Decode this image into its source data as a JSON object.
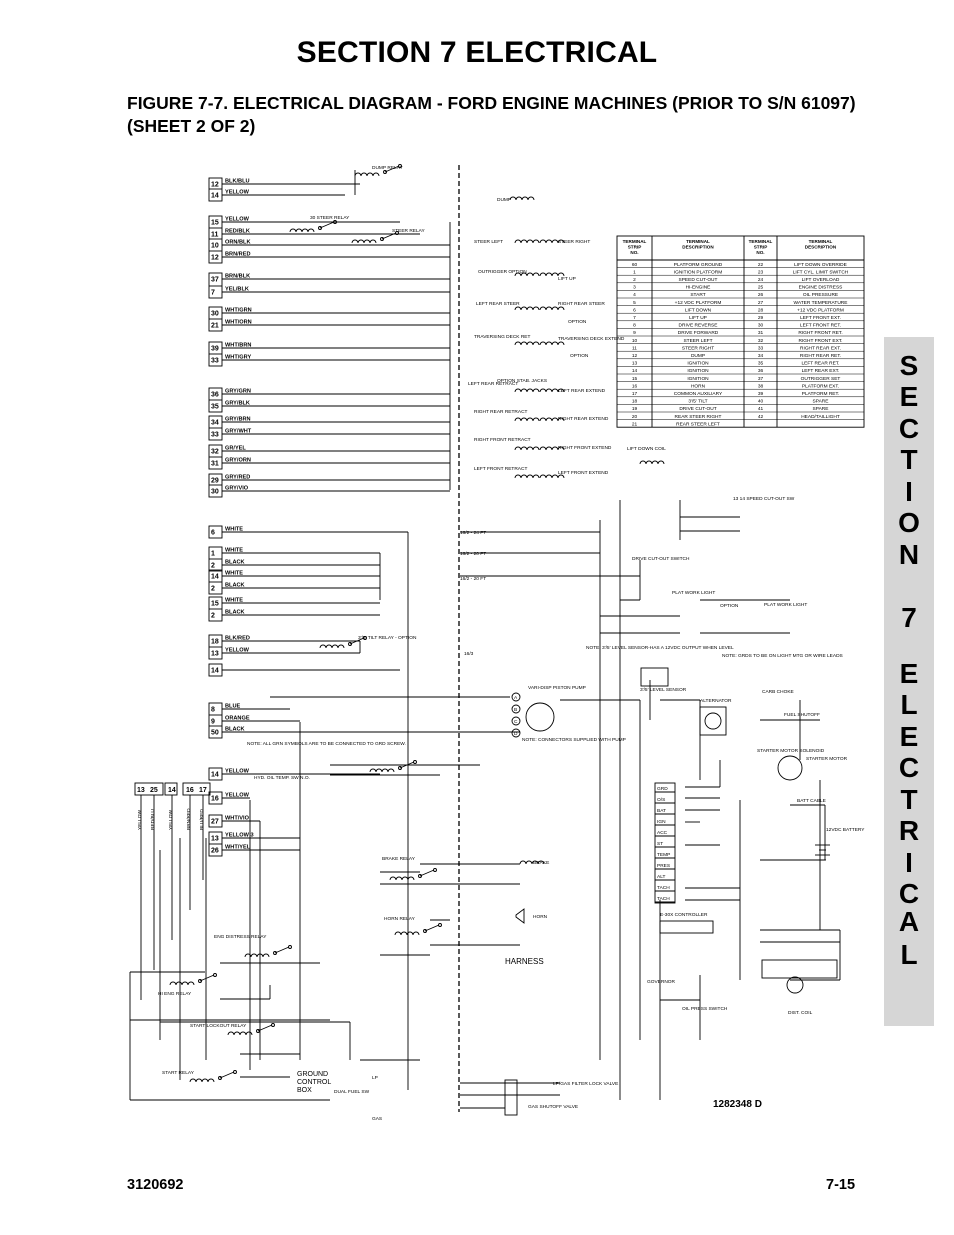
{
  "header": {
    "section_title": "SECTION 7  ELECTRICAL",
    "figure_title": "FIGURE 7-7.    ELECTRICAL DIAGRAM - FORD ENGINE MACHINES (PRIOR TO S/N 61097) (SHEET 2 OF 2)"
  },
  "side_tab": {
    "letters": [
      "S",
      "E",
      "C",
      "T",
      "I",
      "O",
      "N",
      "",
      "7",
      "",
      "E",
      "L",
      "E",
      "C",
      "T",
      "R",
      "I",
      "C",
      "A",
      "L"
    ]
  },
  "footer": {
    "doc_number": "3120692",
    "page_number": "7-15"
  },
  "diagram": {
    "drawing_number": "1282348 D",
    "harness_label": "HARNESS",
    "ground_control_box": [
      "GROUND",
      "CONTROL",
      "BOX"
    ],
    "terminal_groups": [
      {
        "nums": [
          "12",
          "14"
        ],
        "wires": [
          "BLK/BLU",
          "YELLOW"
        ]
      },
      {
        "nums": [
          "15",
          "11",
          "10",
          "12"
        ],
        "wires": [
          "YELLOW",
          "RED/BLK",
          "ORN/BLK",
          "BRN/RED"
        ]
      },
      {
        "nums": [
          "37",
          "7"
        ],
        "wires": [
          "BRN/BLK",
          "YEL/BLK"
        ]
      },
      {
        "nums": [
          "30",
          "21"
        ],
        "wires": [
          "WHT/GRN",
          "WHT/ORN"
        ]
      },
      {
        "nums": [
          "39",
          "33"
        ],
        "wires": [
          "WHT/BRN",
          "WHT/GRY"
        ]
      },
      {
        "nums": [
          "36",
          "35"
        ],
        "wires": [
          "GRY/GRN",
          "GRY/BLK"
        ]
      },
      {
        "nums": [
          "34",
          "33"
        ],
        "wires": [
          "GRY/BRN",
          "GRY/WHT"
        ]
      },
      {
        "nums": [
          "32",
          "31"
        ],
        "wires": [
          "GR/YEL",
          "GRY/ORN"
        ]
      },
      {
        "nums": [
          "29",
          "30"
        ],
        "wires": [
          "GRY/RED",
          "GRY/VIO"
        ]
      },
      {
        "nums": [
          "6"
        ],
        "wires": [
          "WHITE"
        ]
      },
      {
        "nums": [
          "1",
          "2"
        ],
        "wires": [
          "WHITE",
          "BLACK"
        ]
      },
      {
        "nums": [
          "14",
          "2"
        ],
        "wires": [
          "WHITE",
          "BLACK"
        ]
      },
      {
        "nums": [
          "15",
          "2"
        ],
        "wires": [
          "WHITE",
          "BLACK"
        ]
      },
      {
        "nums": [
          "18",
          "13"
        ],
        "wires": [
          "BLK/RED",
          "YELLOW"
        ]
      },
      {
        "nums": [
          "14"
        ],
        "wires": [
          ""
        ]
      },
      {
        "nums": [
          "8",
          "9",
          "50"
        ],
        "wires": [
          "BLUE",
          "ORANGE",
          "BLACK"
        ]
      },
      {
        "nums": [
          "14"
        ],
        "wires": [
          "YELLOW"
        ]
      },
      {
        "nums": [
          "16"
        ],
        "wires": [
          "YELLOW"
        ]
      },
      {
        "nums": [
          "27"
        ],
        "wires": [
          "WHT/VIO"
        ]
      },
      {
        "nums": [
          "13",
          "26"
        ],
        "wires": [
          "YELLOW 3",
          "WHT/YEL"
        ]
      }
    ],
    "lower_left_terminals": [
      "13",
      "25",
      "14",
      "16",
      "17"
    ],
    "lower_left_wires": [
      "YELLOW",
      "RED/BLU",
      "YELLOW",
      "BRN/RED",
      "BLU/RED"
    ],
    "component_labels": [
      "DUMP RELAY",
      "DUMP",
      "30  STEER RELAY",
      "STEER RELAY",
      "STEER LEFT",
      "STEER RIGHT",
      "OUTRIGGER OPTION",
      "LIFT UP",
      "LEFT REAR STEER",
      "RIGHT REAR STEER",
      "OPTION",
      "TRAVERSING DECK RET",
      "TRAVERSING DECK EXTEND",
      "OPTION",
      "OPTION  STAB. JACKS",
      "LEFT REAR RETRACT",
      "LEFT REAR EXTEND",
      "RIGHT REAR RETRACT",
      "RIGHT REAR EXTEND",
      "RIGHT FRONT RETRACT",
      "RIGHT FRONT EXTEND",
      "LEFT FRONT RETRACT",
      "LEFT FRONT EXTEND",
      "LIFT DOWN COIL",
      "13  14 SPEED CUT-OUT SW",
      "16/2 - 24 FT",
      "16/2 - 20 FT",
      "16/2 - 20 FT",
      "DRIVE CUT-OUT SWITCH",
      "PLAT WORK LIGHT",
      "PLAT WORK LIGHT",
      "OPTION",
      "3'/5' TILT RELAY - OPTION",
      "16/3",
      "NOTE: 3'/5' LEVEL SENSOR-HAS A 12VDC OUTPUT WHEN LEVEL",
      "NOTE: GRDS TO BE ON LIGHT MTG OR WIRE LEADS",
      "3'/5' LEVEL SENSOR",
      "VARI-DISP PISTON PUMP",
      "NOTE: CONNECTORS SUPPLIED WITH PUMP",
      "ALTERNATOR",
      "CARB CHOKE",
      "FUEL SHUTOFF",
      "NOTE: ALL GRN SYMBOLS ARE TO BE CONNECTED TO GRD SCREW.",
      "HYD. OIL TEMP. SW N.O.",
      "STARTER MOTOR SOLENOID",
      "STARTER MOTOR",
      "BATT CABLE",
      "12VDC BATTERY",
      "BRAKE RELAY",
      "BRAKE",
      "HORN RELAY",
      "HORN",
      "ENG DISTRESS RELAY",
      "HI ENG RELAY",
      "START LOCKOUT RELAY",
      "START RELAY",
      "E-30X CONTROLLER",
      "GOVERNOR",
      "OIL PRESS SWITCH",
      "DIST. COIL",
      "LP",
      "DUAL FUEL SW",
      "GAS",
      "LP/GAS FILTER LOCK VALVE",
      "GAS SHUTOFF VALVE"
    ],
    "controller_pins": [
      "GRD",
      "O/S",
      "BAT",
      "IGN",
      "ACC",
      "ST",
      "TEMP",
      "PRES",
      "ALT",
      "TACH",
      "TACH"
    ],
    "terminal_table": {
      "headers": [
        "TERMINAL STRIP NO.",
        "TERMINAL DESCRIPTION",
        "TERMINAL STRIP NO.",
        "TERMINAL DESCRIPTION"
      ],
      "rows": [
        [
          "60",
          "PLATFORM GROUND",
          "22",
          "LIFT DOWN OVERRIDE"
        ],
        [
          "1",
          "IGNITION PLATFORM",
          "23",
          "LIFT CYL. LIMIT SWITCH"
        ],
        [
          "2",
          "SPEED CUT-OUT",
          "24",
          "LIFT OVERLOAD"
        ],
        [
          "3",
          "HI-ENGINE",
          "25",
          "ENGINE DISTRESS"
        ],
        [
          "4",
          "START",
          "26",
          "OIL PRESSURE"
        ],
        [
          "5",
          "+12 VDC PLATFORM",
          "27",
          "WATER TEMPERATURE"
        ],
        [
          "6",
          "LIFT DOWN",
          "28",
          "+12 VDC PLATFORM"
        ],
        [
          "7",
          "LIFT UP",
          "29",
          "LEFT FRONT EXT."
        ],
        [
          "8",
          "DRIVE REVERSE",
          "30",
          "LEFT FRONT RET."
        ],
        [
          "9",
          "DRIVE FORWARD",
          "31",
          "RIGHT FRONT RET."
        ],
        [
          "10",
          "STEER LEFT",
          "32",
          "RIGHT FRONT EXT."
        ],
        [
          "11",
          "STEER RIGHT",
          "33",
          "RIGHT REAR EXT."
        ],
        [
          "12",
          "DUMP",
          "34",
          "RIGHT REAR RET."
        ],
        [
          "13",
          "IGNITION",
          "35",
          "LEFT REAR RET."
        ],
        [
          "14",
          "IGNITION",
          "36",
          "LEFT REAR EXT."
        ],
        [
          "15",
          "IGNITION",
          "37",
          "OUTRIGGER SET"
        ],
        [
          "16",
          "HORN",
          "38",
          "PLATFORM EXT."
        ],
        [
          "17",
          "COMMON AUXILIARY",
          "39",
          "PLATFORM RET."
        ],
        [
          "18",
          "3'/5' TILT",
          "40",
          "SPARE"
        ],
        [
          "19",
          "DRIVE CUT-OUT",
          "41",
          "SPARE"
        ],
        [
          "20",
          "REAR STEER RIGHT",
          "42",
          "HEAD/TAILLIGHT"
        ],
        [
          "21",
          "REAR STEER LEFT",
          "",
          ""
        ]
      ]
    }
  }
}
